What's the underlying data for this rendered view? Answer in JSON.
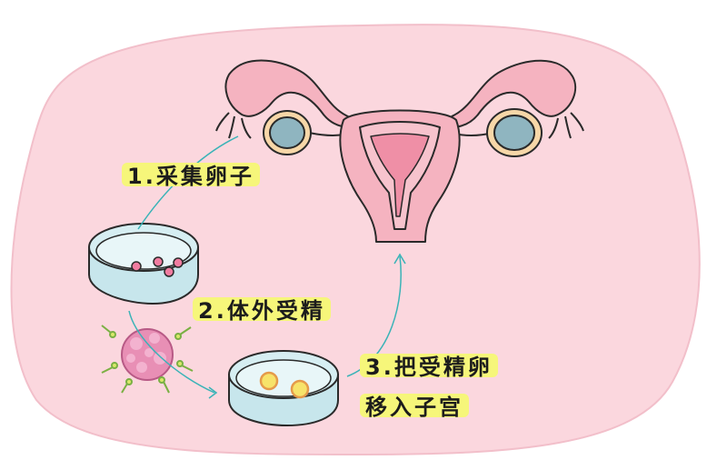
{
  "steps": {
    "step1": "1.采集卵子",
    "step2": "2.体外受精",
    "step3_line1": "3.把受精卵",
    "step3_line2": "移入子宫"
  },
  "colors": {
    "background_blob": "#fbd7de",
    "highlight": "#f6f67a",
    "arrow": "#39b3b7",
    "uterus_fill": "#f5b3c0",
    "uterus_inner": "#f7c3cd",
    "ovary_fill": "#8fb5c0",
    "dish_fill": "#d6eef2",
    "egg_pink": "#f07ca0",
    "egg_yellow": "#f7e36a",
    "embryo_pink": "#e88fb5"
  },
  "icons": [
    "uterus-illustration",
    "ovary-left",
    "ovary-right",
    "petri-dish-eggs",
    "fertilized-egg-cluster",
    "petri-dish-embryos",
    "flow-arrow"
  ]
}
